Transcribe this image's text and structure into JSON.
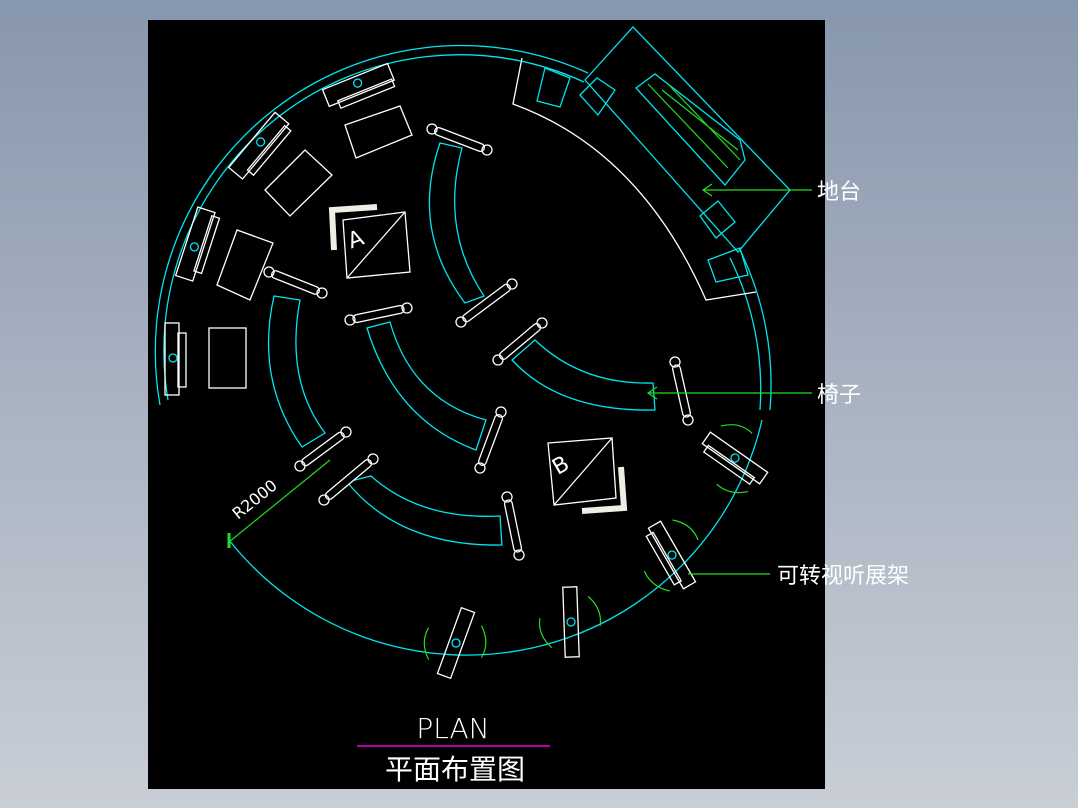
{
  "drawing": {
    "title": "PLAN",
    "subtitle": "平面布置图",
    "dimension": "R2000",
    "panel_a": "A",
    "panel_b": "B"
  },
  "callouts": {
    "platform": "地台",
    "chair": "椅子",
    "rotating_stand": "可转视听展架"
  },
  "colors": {
    "canvas": "#000000",
    "wall": "#00e5ee",
    "furniture": "#ffffff",
    "leader": "#22dd22",
    "title_rule": "#ee00ee"
  }
}
